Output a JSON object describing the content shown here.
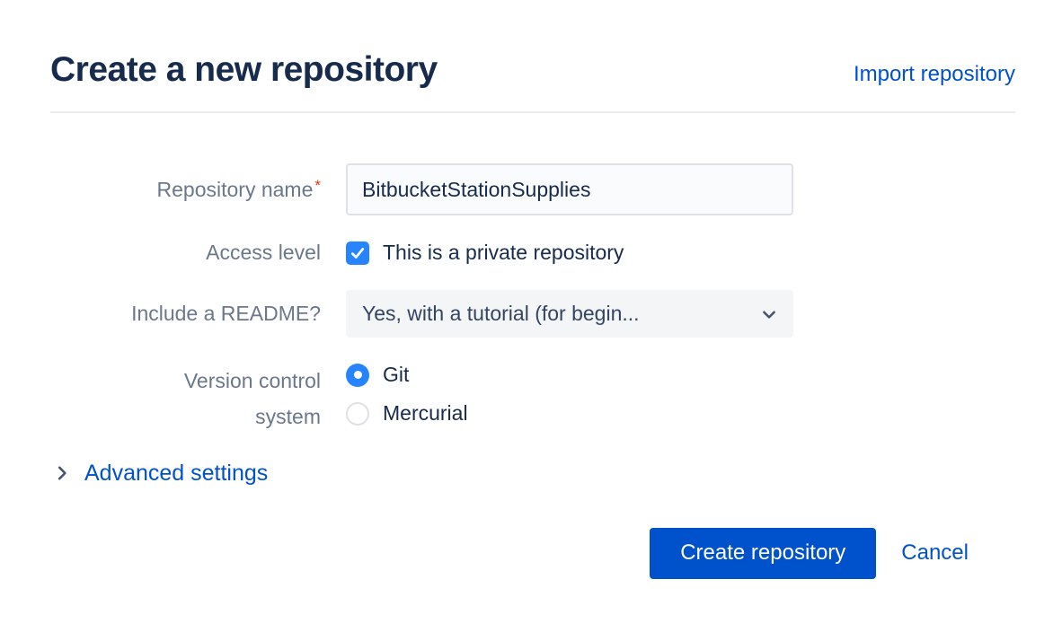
{
  "page": {
    "title": "Create a new repository",
    "import_link": "Import repository"
  },
  "form": {
    "repository_name": {
      "label": "Repository name",
      "required_marker": "*",
      "value": "BitbucketStationSupplies"
    },
    "access_level": {
      "label": "Access level",
      "checkbox_label": "This is a private repository",
      "checked": true
    },
    "include_readme": {
      "label": "Include a README?",
      "selected_option": "Yes, with a tutorial (for begin..."
    },
    "version_control": {
      "label_line1": "Version control",
      "label_line2": "system",
      "options": [
        {
          "label": "Git",
          "selected": true
        },
        {
          "label": "Mercurial",
          "selected": false
        }
      ]
    },
    "advanced_settings": {
      "label": "Advanced settings"
    }
  },
  "actions": {
    "create_label": "Create repository",
    "cancel_label": "Cancel"
  },
  "icons": {
    "checkbox": "check-icon",
    "select": "chevron-down-icon",
    "advanced": "chevron-right-icon"
  },
  "colors": {
    "title_text": "#172B4D",
    "label_text": "#6B778C",
    "link_blue": "#0052CC",
    "accent_blue": "#2684FF",
    "button_blue": "#0052CC",
    "required_red": "#DE350B",
    "input_bg": "#FAFBFC",
    "input_border": "#DFE1E6",
    "select_bg": "#F4F5F7",
    "divider": "#EBECF0"
  }
}
